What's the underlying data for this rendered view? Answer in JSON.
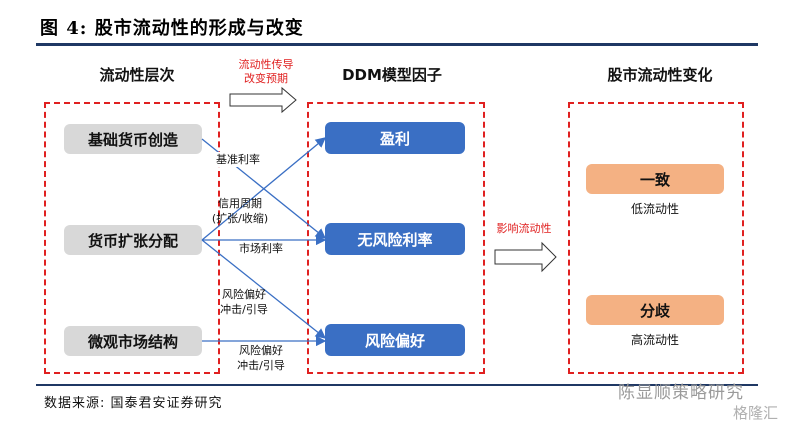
{
  "title": "图 4:  股市流动性的形成与改变",
  "columns": {
    "left": "流动性层次",
    "middle": "DDM模型因子",
    "right": "股市流动性变化"
  },
  "transmission_note": [
    "流动性传导",
    "改变预期"
  ],
  "impact_note": "影响流动性",
  "left_boxes": [
    "基础货币创造",
    "货币扩张分配",
    "微观市场结构"
  ],
  "ddm_boxes": [
    "盈利",
    "无风险利率",
    "风险偏好"
  ],
  "result_boxes": [
    {
      "label": "一致",
      "caption": "低流动性"
    },
    {
      "label": "分歧",
      "caption": "高流动性"
    }
  ],
  "edge_labels": {
    "benchmark_rate": "基准利率",
    "credit_cycle_1": "信用周期",
    "credit_cycle_2": "(扩张/收缩)",
    "market_rate": "市场利率",
    "risk_shock_1a": "风险偏好",
    "risk_shock_1b": "冲击/引导",
    "risk_shock_2a": "风险偏好",
    "risk_shock_2b": "冲击/引导"
  },
  "source": "数据来源:  国泰君安证券研究",
  "watermark": "陈显顺策略研究",
  "watermark2": "格隆汇",
  "colors": {
    "dashed": "#e02020",
    "blue": "#3a6fc4",
    "grey": "#d8d8d8",
    "orange": "#f4b183",
    "rule": "#1f3864"
  }
}
